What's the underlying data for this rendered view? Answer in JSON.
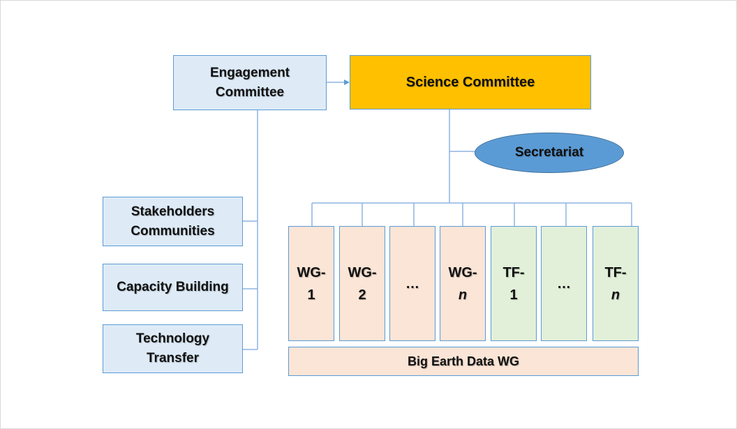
{
  "engagement": "Engagement\nCommittee",
  "science": "Science Committee",
  "secretariat": "Secretariat",
  "stakeholders": "Stakeholders\nCommunities",
  "capacity": "Capacity Building",
  "technology": "Technology\nTransfer",
  "columns": [
    {
      "top": "WG-",
      "bottom": "1",
      "italic": false
    },
    {
      "top": "WG-",
      "bottom": "2",
      "italic": false
    },
    {
      "top": "…",
      "bottom": "",
      "italic": false
    },
    {
      "top": "WG-",
      "bottom": "n",
      "italic": true
    },
    {
      "top": "TF-",
      "bottom": "1",
      "italic": false
    },
    {
      "top": "…",
      "bottom": "",
      "italic": false
    },
    {
      "top": "TF-",
      "bottom": "n",
      "italic": true
    }
  ],
  "big_earth": "Big Earth Data WG",
  "colors": {
    "box_fill": "#deebf7",
    "box_border": "#5b9bd5",
    "science_fill": "#ffc000",
    "wg_fill": "#fbe5d6",
    "tf_fill": "#e2f0d9",
    "oval_fill": "#5b9bd5",
    "connector": "#8db4e2"
  }
}
